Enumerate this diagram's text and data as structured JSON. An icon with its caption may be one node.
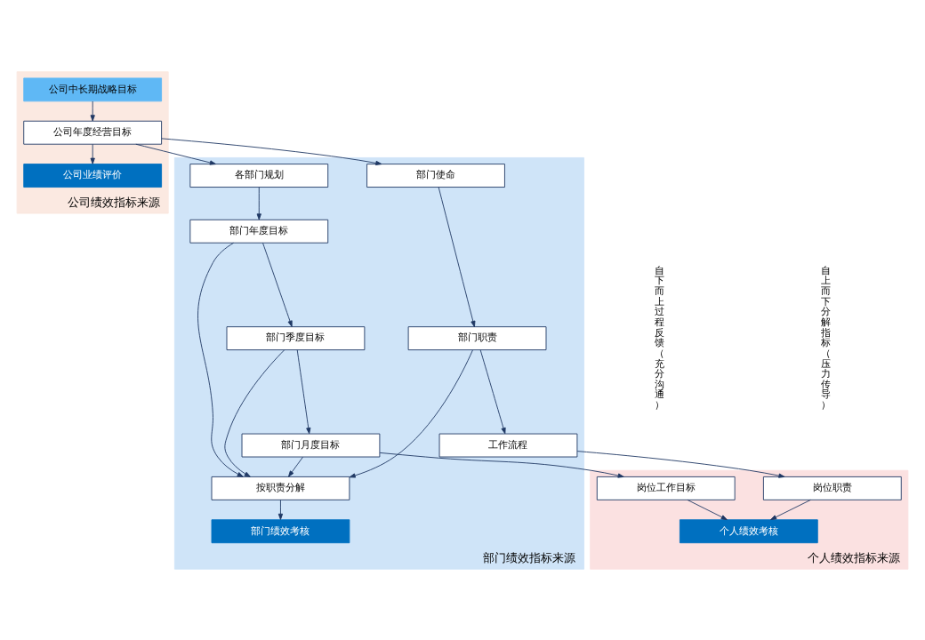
{
  "diagram": {
    "nodes": [
      {
        "text": [
          "公司绩效指标来源"
        ]
      },
      {
        "text": [
          "公司中长期战略目标"
        ],
        "in": 0
      },
      {
        "text": [
          "公司年度经营目标"
        ],
        "in": 0
      },
      {
        "text": [
          "公司业绩评价"
        ],
        "in": 0
      },
      {
        "text": [
          "部门绩效指标来源"
        ]
      },
      {
        "text": [
          "部门使命"
        ],
        "in": 4
      },
      {
        "text": [
          "各部门规划"
        ],
        "in": 4
      },
      {
        "text": [
          "部门职责"
        ],
        "in": 4
      },
      {
        "text": [
          "按职责分解"
        ],
        "in": 4
      },
      {
        "text": [
          "部门年度目标"
        ],
        "in": 4
      },
      {
        "text": [
          "部门季度目标"
        ],
        "in": 4
      },
      {
        "text": [
          "工作流程"
        ],
        "in": 4
      },
      {
        "text": [
          "部门绩效考核"
        ],
        "in": 4
      },
      {
        "text": [
          "部门月度目标"
        ],
        "in": 4
      },
      {
        "text": [
          "个人绩效指标来源"
        ]
      },
      {
        "text": [
          "岗位职责"
        ],
        "in": 14
      },
      {
        "text": [
          "岗位工作目标"
        ],
        "in": 14
      },
      {
        "text": [
          "个人绩效考核"
        ],
        "in": 14
      }
    ],
    "edges": [
      {
        "from": 1,
        "to": 2,
        "arrow": "to"
      },
      {
        "from": 2,
        "to": 3,
        "arrow": "to"
      },
      {
        "from": 2,
        "to": 5,
        "arrow": "to"
      },
      {
        "from": 2,
        "to": 6,
        "arrow": "to"
      },
      {
        "from": 5,
        "to": 7,
        "arrow": "to"
      },
      {
        "from": 7,
        "to": 11,
        "arrow": "to"
      },
      {
        "from": 7,
        "to": 8,
        "arrow": "to"
      },
      {
        "from": 6,
        "to": 9,
        "arrow": "to"
      },
      {
        "from": 9,
        "to": 10,
        "arrow": "to"
      },
      {
        "from": 10,
        "to": 13,
        "arrow": "to"
      },
      {
        "from": 9,
        "to": 8,
        "arrow": "to"
      },
      {
        "from": 10,
        "to": 8,
        "arrow": "to"
      },
      {
        "from": 13,
        "to": 8,
        "arrow": "to"
      },
      {
        "from": 8,
        "to": 12,
        "arrow": "to"
      },
      {
        "from": 11,
        "to": 15,
        "arrow": "to"
      },
      {
        "from": 13,
        "to": 16,
        "arrow": "to"
      },
      {
        "from": 15,
        "to": 17,
        "arrow": "to"
      },
      {
        "from": 16,
        "to": 17,
        "arrow": "to"
      }
    ],
    "labels": [
      "自上而下分解指标（压力传导）",
      "自下而上过程反馈（充分沟通）"
    ]
  }
}
